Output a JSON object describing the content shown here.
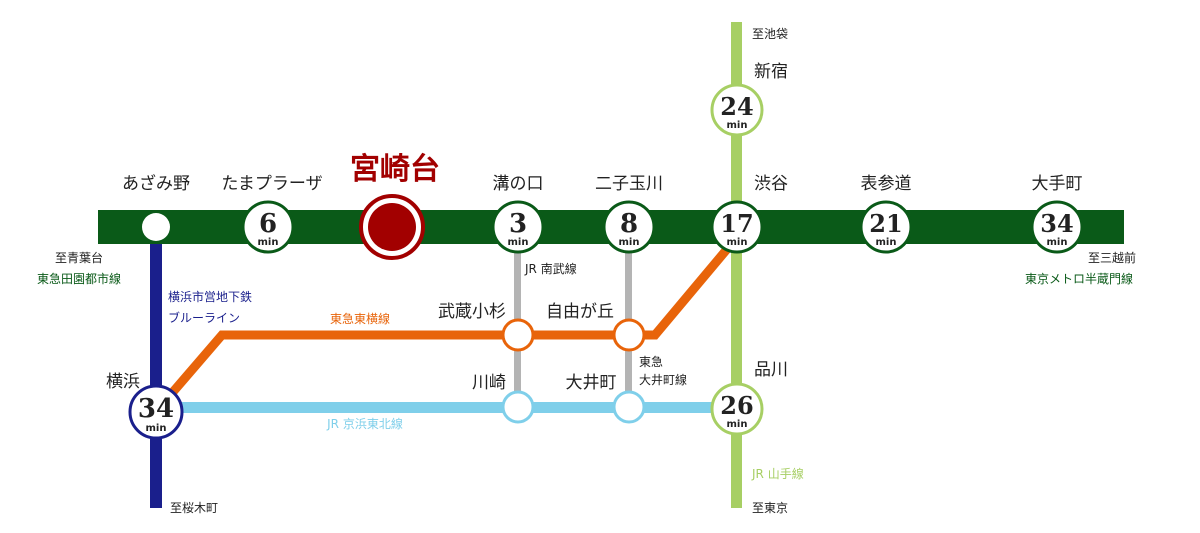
{
  "colors": {
    "denentoshi": "#0a5a18",
    "blue_line": "#1a1f8c",
    "toyoko": "#e8640a",
    "keihin_tohoku": "#7fcfea",
    "yamanote": "#a7cf64",
    "ooimachi": "#b4b4b4",
    "home": "#a20000",
    "text": "#222222"
  },
  "home": {
    "name": "宮崎台"
  },
  "stations": {
    "azamino": {
      "name": "あざみ野"
    },
    "tamaplaza": {
      "name": "たまプラーザ",
      "minutes": "6",
      "unit": "min"
    },
    "mizonokuchi": {
      "name": "溝の口",
      "minutes": "3",
      "unit": "min"
    },
    "futakotamagawa": {
      "name": "二子玉川",
      "minutes": "8",
      "unit": "min"
    },
    "shibuya": {
      "name": "渋谷",
      "minutes": "17",
      "unit": "min"
    },
    "omotesando": {
      "name": "表参道",
      "minutes": "21",
      "unit": "min"
    },
    "otemachi": {
      "name": "大手町",
      "minutes": "34",
      "unit": "min"
    },
    "shinjuku": {
      "name": "新宿",
      "minutes": "24",
      "unit": "min"
    },
    "yokohama": {
      "name": "横浜",
      "minutes": "34",
      "unit": "min"
    },
    "shinagawa": {
      "name": "品川",
      "minutes": "26",
      "unit": "min"
    },
    "musashikosugi": {
      "name": "武蔵小杉"
    },
    "jiyugaoka": {
      "name": "自由が丘"
    },
    "kawasaki": {
      "name": "川崎"
    },
    "ooimachi": {
      "name": "大井町"
    }
  },
  "lines": {
    "denentoshi": {
      "name": "東急田園都市線",
      "to": "至青葉台"
    },
    "hanzomon": {
      "name": "東京メトロ半蔵門線",
      "to": "至三越前"
    },
    "blue_line": {
      "name_1": "横浜市営地下鉄",
      "name_2": "ブルーライン",
      "to": "至桜木町"
    },
    "toyoko": {
      "name": "東急東横線"
    },
    "keihin_tohoku": {
      "name": "JR 京浜東北線"
    },
    "nambu": {
      "name": "JR 南武線"
    },
    "ooimachi": {
      "name_1": "東急",
      "name_2": "大井町線"
    },
    "yamanote": {
      "name": "JR 山手線",
      "to_north": "至池袋",
      "to_south": "至東京"
    }
  }
}
